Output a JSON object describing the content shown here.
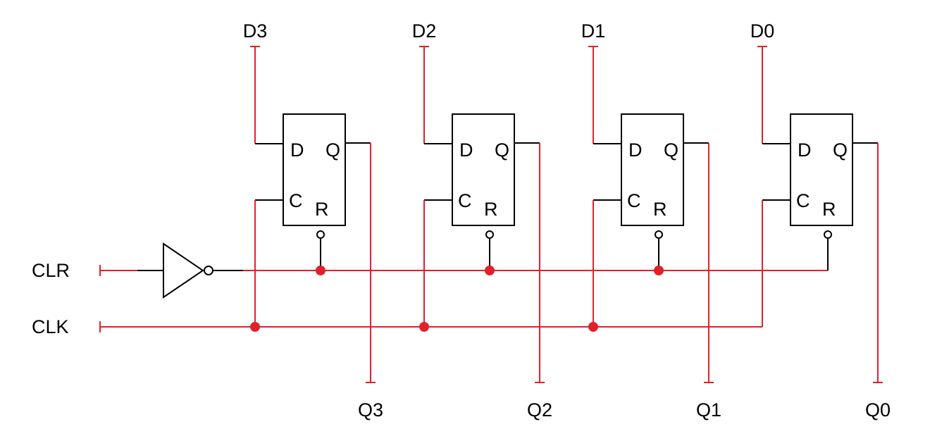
{
  "colors": {
    "wire": "#e0212b",
    "device": "#000000",
    "background": "#ffffff"
  },
  "inputs": {
    "clear": "CLR",
    "clock": "CLK"
  },
  "flip_flops": [
    {
      "data_input": "D3",
      "output": "Q3"
    },
    {
      "data_input": "D2",
      "output": "Q2"
    },
    {
      "data_input": "D1",
      "output": "Q1"
    },
    {
      "data_input": "D0",
      "output": "Q0"
    }
  ],
  "pin_labels": {
    "d": "D",
    "q": "Q",
    "c": "C",
    "r": "R"
  },
  "inverter": {
    "icon": "not-gate-icon"
  }
}
